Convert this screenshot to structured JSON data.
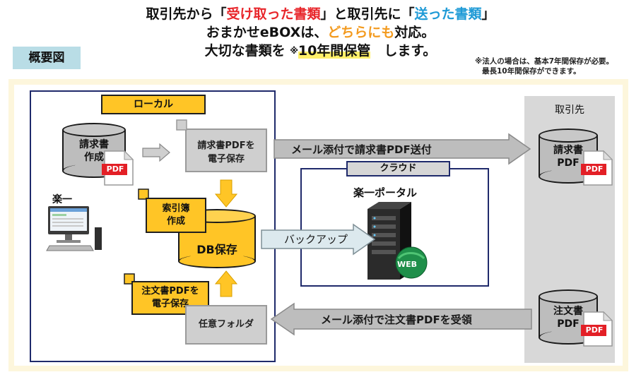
{
  "header": {
    "line1": {
      "a": "取引先から「",
      "b": "受け取った書類",
      "c": "」と取引先に「",
      "d": "送った書類",
      "e": "」"
    },
    "line2": {
      "a": "おまかせeBOXは、",
      "b": "どちらにも",
      "c": "対応。"
    },
    "line3": {
      "a": "大切な書類を ",
      "mark": "※",
      "b": "10年間保管",
      "c": "　します。"
    }
  },
  "section_label": "概要図",
  "note": {
    "line1": "※法人の場合は、基本7年間保存が必要。",
    "line2": "最長10年間保存ができます。"
  },
  "local": {
    "title": "ローカル",
    "invoice_create": {
      "line1": "請求書",
      "line2": "作成"
    },
    "invoice_pdf_save": {
      "line1": "請求書PDFを",
      "line2": "電子保存"
    },
    "index_create": {
      "line1": "索引簿",
      "line2": "作成"
    },
    "db": "DB保存",
    "order_pdf_save": {
      "line1": "注文書PDFを",
      "line2": "電子保存"
    },
    "folder": "任意フォルダ",
    "app_name": "楽一"
  },
  "cloud": {
    "title": "クラウド",
    "portal": "楽一ポータル",
    "web_badge": "WEB"
  },
  "partner": {
    "title": "取引先",
    "invoice": {
      "line1": "請求書",
      "line2": "PDF"
    },
    "order": {
      "line1": "注文書",
      "line2": "PDF"
    }
  },
  "arrows": {
    "send": "メール添付で請求書PDF送付",
    "backup": "バックアップ",
    "receive": "メール添付で注文書PDFを受領"
  },
  "pdf_label": "PDF",
  "colors": {
    "accent_yellow": "#ffc526",
    "red": "#e8262b",
    "blue": "#1e9ad6",
    "orange": "#f39a1e",
    "navy": "#1f2a6b"
  }
}
